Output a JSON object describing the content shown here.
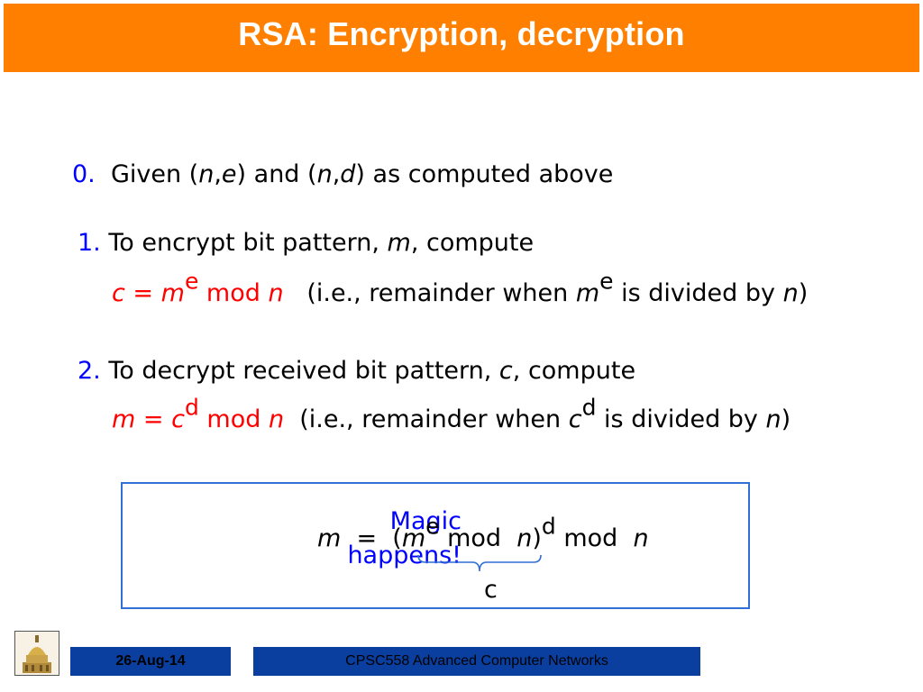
{
  "title": "RSA: Encryption, decryption",
  "steps": {
    "s0": {
      "num": "0.",
      "text_a": "Given (",
      "n1": "n",
      "comma1": ",",
      "e1": "e",
      "text_b": ") and (",
      "n2": "n",
      "comma2": ",",
      "d1": "d",
      "text_c": ") as computed above"
    },
    "s1": {
      "num": "1.",
      "text_a": "To encrypt bit pattern, ",
      "m": "m",
      "text_b": ", compute"
    },
    "f1": {
      "c_eq_m": "c = m",
      "e": "e",
      "mod": " mod  ",
      "n": "n",
      "expl_a": "(i.e., remainder when ",
      "m": "m",
      "e2": "e",
      "expl_b": " is divided by ",
      "n2": "n",
      "close": ")"
    },
    "s2": {
      "num": "2.",
      "text_a": "To decrypt received bit pattern, ",
      "c": "c",
      "text_b": ", compute"
    },
    "f2": {
      "m_eq_c": "m = c",
      "d": "d",
      "mod": " mod  ",
      "n": "n",
      "expl_a": "(i.e., remainder when ",
      "c": "c",
      "d2": "d",
      "expl_b": " is divided by ",
      "n2": "n",
      "close": ")"
    }
  },
  "box": {
    "magic_line1": "Magic",
    "magic_line2": "happens!",
    "eq": {
      "m": "m",
      "eq": "  =  (",
      "m2": "m",
      "e": "e",
      "mod1": " mod  ",
      "n1": "n",
      "paren": ")",
      "d": "d",
      "mod2": " mod  ",
      "n2": "n"
    },
    "brace_label": "c"
  },
  "footer": {
    "date": "26-Aug-14",
    "course": "CPSC558 Advanced Computer Networks",
    "logo_icon": "dome-building-icon"
  },
  "colors": {
    "title_bar": "#ff8000",
    "accent_red": "#ff0000",
    "accent_blue": "#0000ff",
    "footer_bar": "#0a3fa0"
  }
}
